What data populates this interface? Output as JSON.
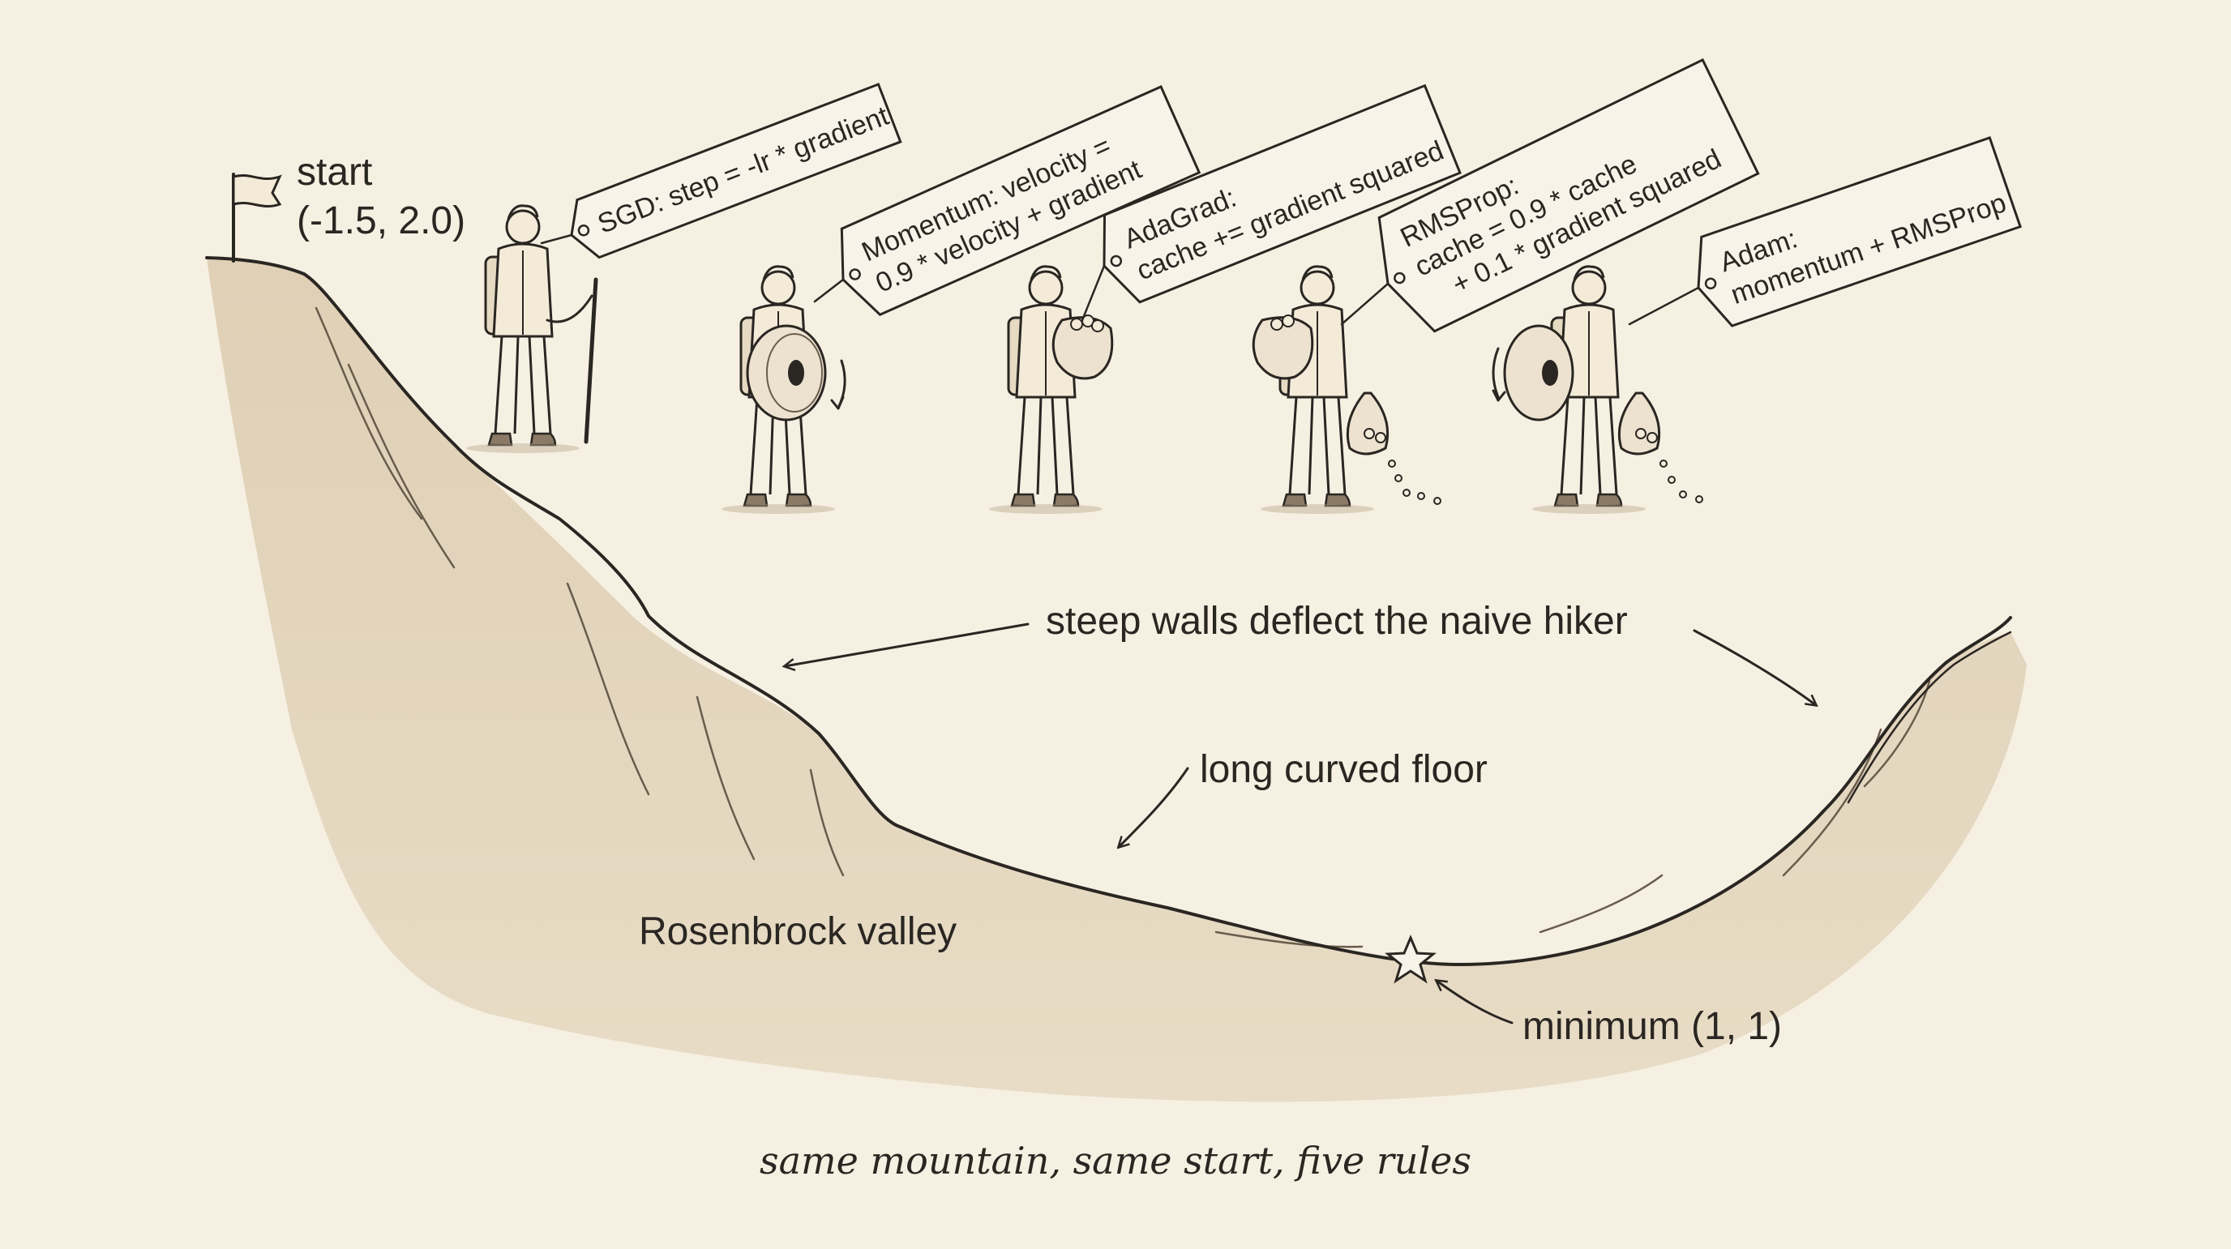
{
  "start_label": {
    "line1": "start",
    "line2": "(-1.5, 2.0)"
  },
  "hikers": [
    {
      "name": "SGD",
      "tag": [
        "SGD: step = -lr * gradient"
      ]
    },
    {
      "name": "Momentum",
      "tag": [
        "Momentum: velocity =",
        "0.9 * velocity + gradient"
      ]
    },
    {
      "name": "AdaGrad",
      "tag": [
        "AdaGrad:",
        "cache += gradient squared"
      ]
    },
    {
      "name": "RMSProp",
      "tag": [
        "RMSProp:",
        "cache = 0.9 * cache",
        "+ 0.1 * gradient squared"
      ]
    },
    {
      "name": "Adam",
      "tag": [
        "Adam:",
        "momentum + RMSProp"
      ]
    }
  ],
  "annotations": {
    "steep_walls": "steep walls deflect the naive hiker",
    "curved_floor": "long curved floor",
    "valley_name": "Rosenbrock valley",
    "minimum": "minimum (1, 1)"
  },
  "caption": "same mountain, same start, five rules",
  "colors": {
    "background": "#f6f0e2",
    "terrain": "#d9c9ad",
    "ink": "#2a2622"
  },
  "icons": [
    "flag-icon",
    "star-icon",
    "wheel-icon",
    "pot-icon",
    "leaking-bag-icon"
  ]
}
